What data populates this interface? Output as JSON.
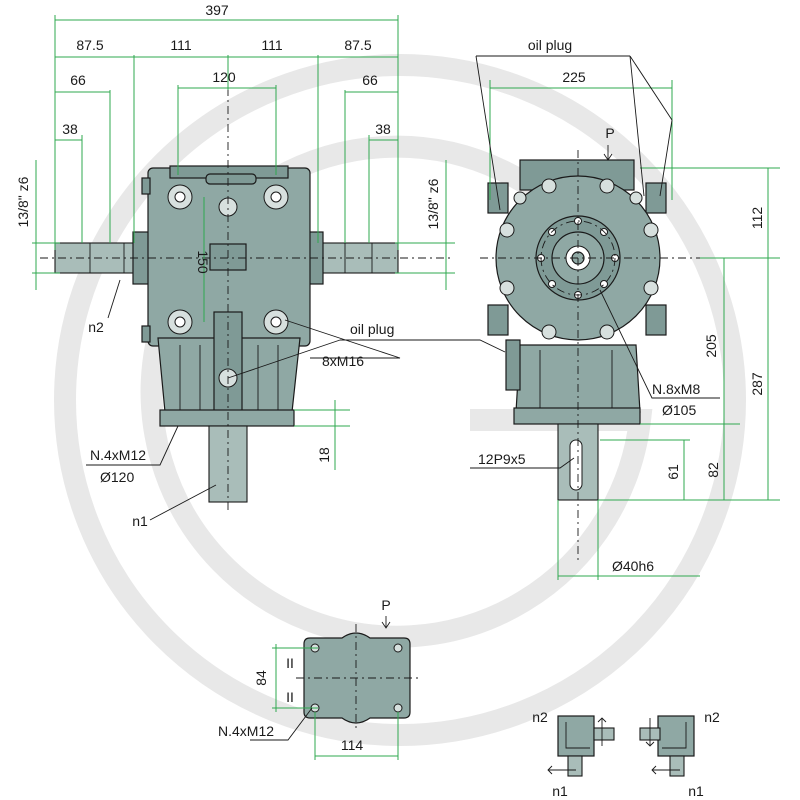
{
  "dimensions": {
    "overall_width": "397",
    "left_outer": "87.5",
    "left_inner": "111",
    "right_inner": "111",
    "right_outer": "87.5",
    "left_66": "66",
    "center_120": "120",
    "right_66": "66",
    "left_38": "38",
    "right_38": "38",
    "left_shaft_dia": "13/8\" z6",
    "right_shaft_dia": "13/8\" z6",
    "bolt_pitch_150": "150",
    "flange_18": "18",
    "side_225": "225",
    "side_112": "112",
    "side_205": "205",
    "side_287": "287",
    "side_61": "61",
    "side_82": "82",
    "bottom_84": "84",
    "bottom_114": "114"
  },
  "labels": {
    "oil_plug_top": "oil plug",
    "oil_plug_front": "oil plug",
    "bolts_8xm16": "8xM16",
    "n2_front": "n2",
    "n1_front": "n1",
    "flange_bolts": "N.4xM12",
    "flange_dia": "Ø120",
    "p_side": "P",
    "side_bolts": "N.8xM8",
    "side_circle_dia": "Ø105",
    "keyway": "12P9x5",
    "shaft_dia": "Ø40h6",
    "p_bottom": "P",
    "bottom_bolts": "N.4xM12",
    "mark_top": "II",
    "mark_bottom": "II",
    "rot_a_n2": "n2",
    "rot_a_n1": "n1",
    "rot_b_n2": "n2",
    "rot_b_n1": "n1"
  },
  "colors": {
    "housing": "#8fa8a4",
    "dimension_line": "#2fa84f",
    "watermark": "#e6e6e6"
  }
}
